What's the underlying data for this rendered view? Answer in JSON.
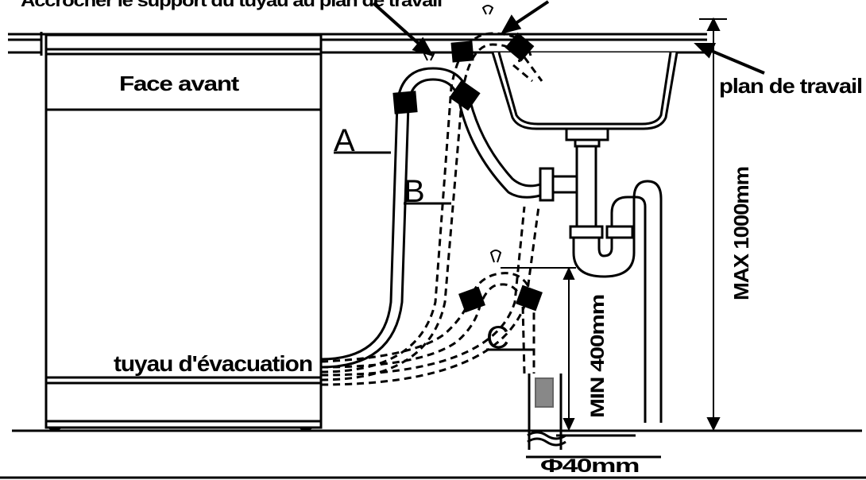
{
  "labels": {
    "hook_note": "Accrocher le support du tuyau au plan de travail",
    "face": "Face avant",
    "worktop": "plan de travail",
    "max_height": "MAX 1000mm",
    "min_height": "MIN 400mm",
    "drain_hose": "tuyau d'évacuation",
    "diameter": "Φ40mm",
    "route_a": "A",
    "route_b": "B",
    "route_c": "C"
  },
  "colors": {
    "line": "#000000",
    "background": "#ffffff",
    "insert": "#888888"
  }
}
